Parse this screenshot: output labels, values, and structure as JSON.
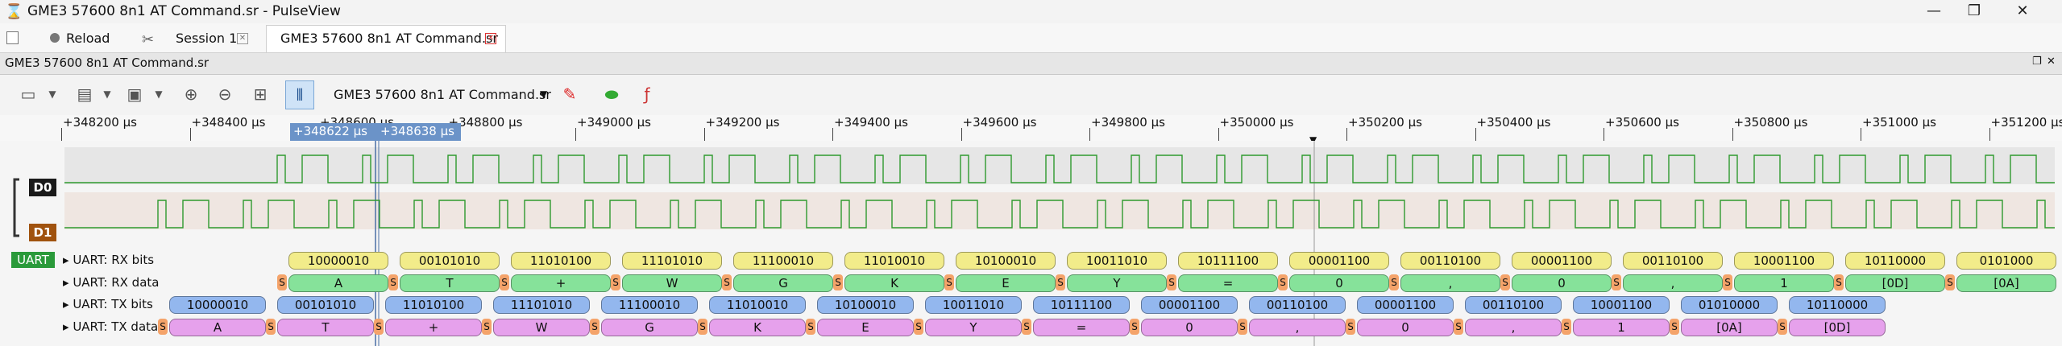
{
  "window": {
    "title": "GME3 57600 8n1 AT Command.sr - PulseView",
    "min": "—",
    "max": "❐",
    "close": "✕"
  },
  "tabs": {
    "reload": "Reload",
    "session": "Session 1",
    "file": "GME3 57600 8n1 AT Command.sr"
  },
  "doc_header": {
    "title": "GME3 57600 8n1 AT Command.sr",
    "float_icon": "❐",
    "close_icon": "✕"
  },
  "toolbar": {
    "file_select": "GME3 57600 8n1 AT Command.sr"
  },
  "ruler": {
    "ticks": [
      "+348200 µs",
      "+348400 µs",
      "+348600 µs",
      "+348800 µs",
      "+349000 µs",
      "+349200 µs",
      "+349400 µs",
      "+349600 µs",
      "+349800 µs",
      "+350000 µs",
      "+350200 µs",
      "+350400 µs",
      "+350600 µs",
      "+350800 µs",
      "+351000 µs",
      "+351200 µs"
    ],
    "cursor_a": "+348622 µs",
    "cursor_b": "+348638 µs"
  },
  "channels": {
    "d0": "D0",
    "d1": "D1",
    "d0_color": "#1a1a1a",
    "d1_color": "#a0520e",
    "uart_group": "UART",
    "rx_bits": "UART: RX bits",
    "rx_data": "UART: RX data",
    "tx_bits": "UART: TX bits",
    "tx_data": "UART: TX data"
  },
  "rx_bits": [
    "10000010",
    "00101010",
    "11010100",
    "11101010",
    "11100010",
    "11010010",
    "10100010",
    "10011010",
    "10111100",
    "00001100",
    "00110100",
    "00001100",
    "00110100",
    "10001100",
    "10110000",
    "0101000"
  ],
  "rx_data": [
    "A",
    "T",
    "+",
    "W",
    "G",
    "K",
    "E",
    "Y",
    "=",
    "0",
    ",",
    "0",
    ",",
    "1",
    "[0D]",
    "[0A]"
  ],
  "tx_bits": [
    "10000010",
    "00101010",
    "11010100",
    "11101010",
    "11100010",
    "11010010",
    "10100010",
    "10011010",
    "10111100",
    "00001100",
    "00110100",
    "00001100",
    "00110100",
    "10001100",
    "01010000",
    "10110000"
  ],
  "tx_data": [
    "A",
    "T",
    "+",
    "W",
    "G",
    "K",
    "E",
    "Y",
    "=",
    "0",
    ",",
    "0",
    ",",
    "1",
    "[0A]",
    "[0D]"
  ],
  "colors": {
    "rx_bits": "#f2ec8a",
    "rx_data": "#86e29a",
    "tx_bits": "#93b7ee",
    "tx_data": "#e6a1ec",
    "start_stop": "#f4a36a",
    "uart_badge": "#2a9a3a"
  }
}
